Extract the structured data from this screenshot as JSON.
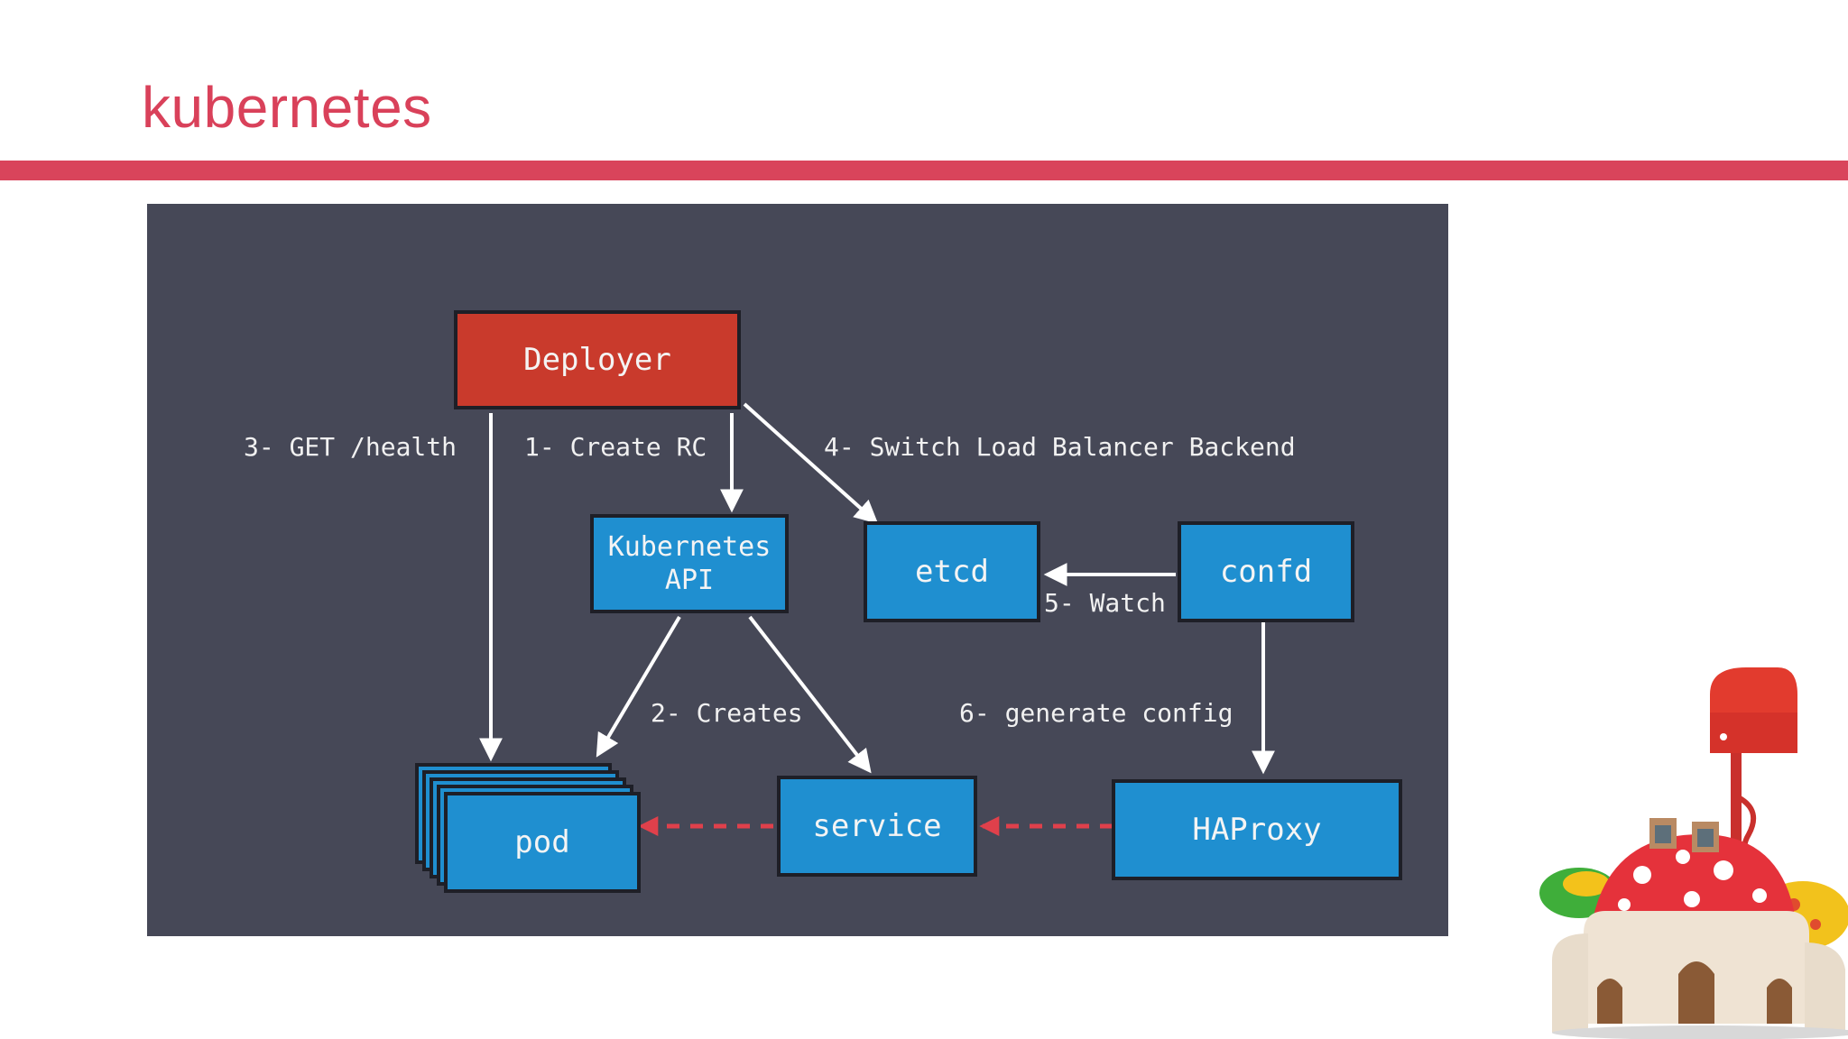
{
  "slide": {
    "title": "kubernetes",
    "accent_color": "#d9445b"
  },
  "diagram": {
    "background_color": "#464857",
    "nodes": {
      "deployer": "Deployer",
      "kubernetes_api": "Kubernetes\nAPI",
      "etcd": "etcd",
      "confd": "confd",
      "pod": "pod",
      "service": "service",
      "haproxy": "HAProxy"
    },
    "edges": {
      "get_health": "3- GET /health",
      "create_rc": "1- Create RC",
      "switch_lb": "4- Switch Load Balancer Backend",
      "watch": "5- Watch",
      "creates": "2- Creates",
      "generate_config": "6- generate config"
    },
    "colors": {
      "node_blue": "#1f8fd0",
      "node_red": "#c93a2c",
      "arrow_white": "#ffffff",
      "arrow_dashed_red": "#e0404b"
    }
  },
  "decoration": {
    "icon": "mushroom-house-mailbox-illustration"
  }
}
